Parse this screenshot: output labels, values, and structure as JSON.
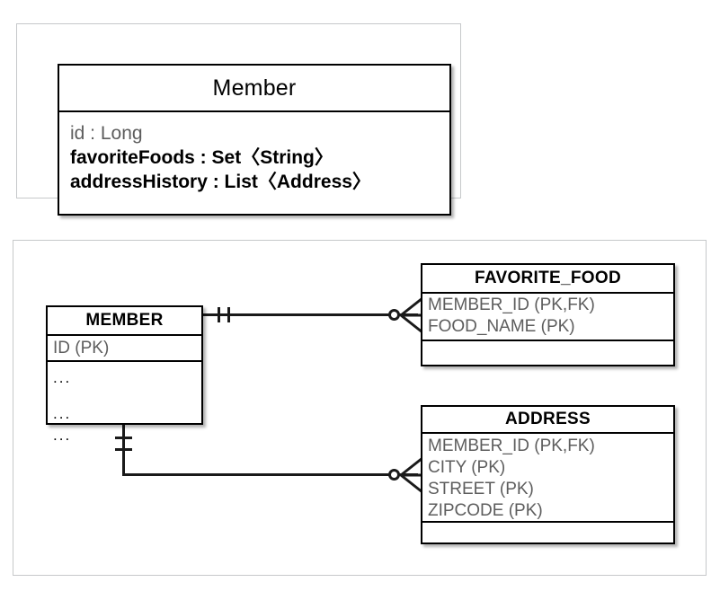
{
  "uml": {
    "class_name": "Member",
    "attributes": [
      {
        "text": "id : Long",
        "style": "muted"
      },
      {
        "text": "favoriteFoods : Set〈String〉",
        "style": "strong"
      },
      {
        "text": "addressHistory : List〈Address〉",
        "style": "strong"
      }
    ]
  },
  "erd": {
    "tables": [
      {
        "name": "MEMBER",
        "attributes": [
          "ID (PK)"
        ],
        "extra_rows": [
          "...",
          "...",
          "..."
        ]
      },
      {
        "name": "FAVORITE_FOOD",
        "attributes": [
          "MEMBER_ID (PK,FK)",
          "FOOD_NAME (PK)"
        ]
      },
      {
        "name": "ADDRESS",
        "attributes": [
          "MEMBER_ID (PK,FK)",
          "CITY (PK)",
          "STREET (PK)",
          "ZIPCODE (PK)"
        ]
      }
    ],
    "relationships": [
      {
        "from": "MEMBER",
        "to": "FAVORITE_FOOD",
        "from_cardinality": "one-and-only-one",
        "to_cardinality": "zero-or-many"
      },
      {
        "from": "MEMBER",
        "to": "ADDRESS",
        "from_cardinality": "one-and-only-one",
        "to_cardinality": "zero-or-many"
      }
    ]
  },
  "colors": {
    "line": "#1a1a1a",
    "panel_border": "#c6c8ca",
    "muted_text": "#5d5d5d",
    "strong_text": "#000000",
    "background": "#ffffff"
  }
}
